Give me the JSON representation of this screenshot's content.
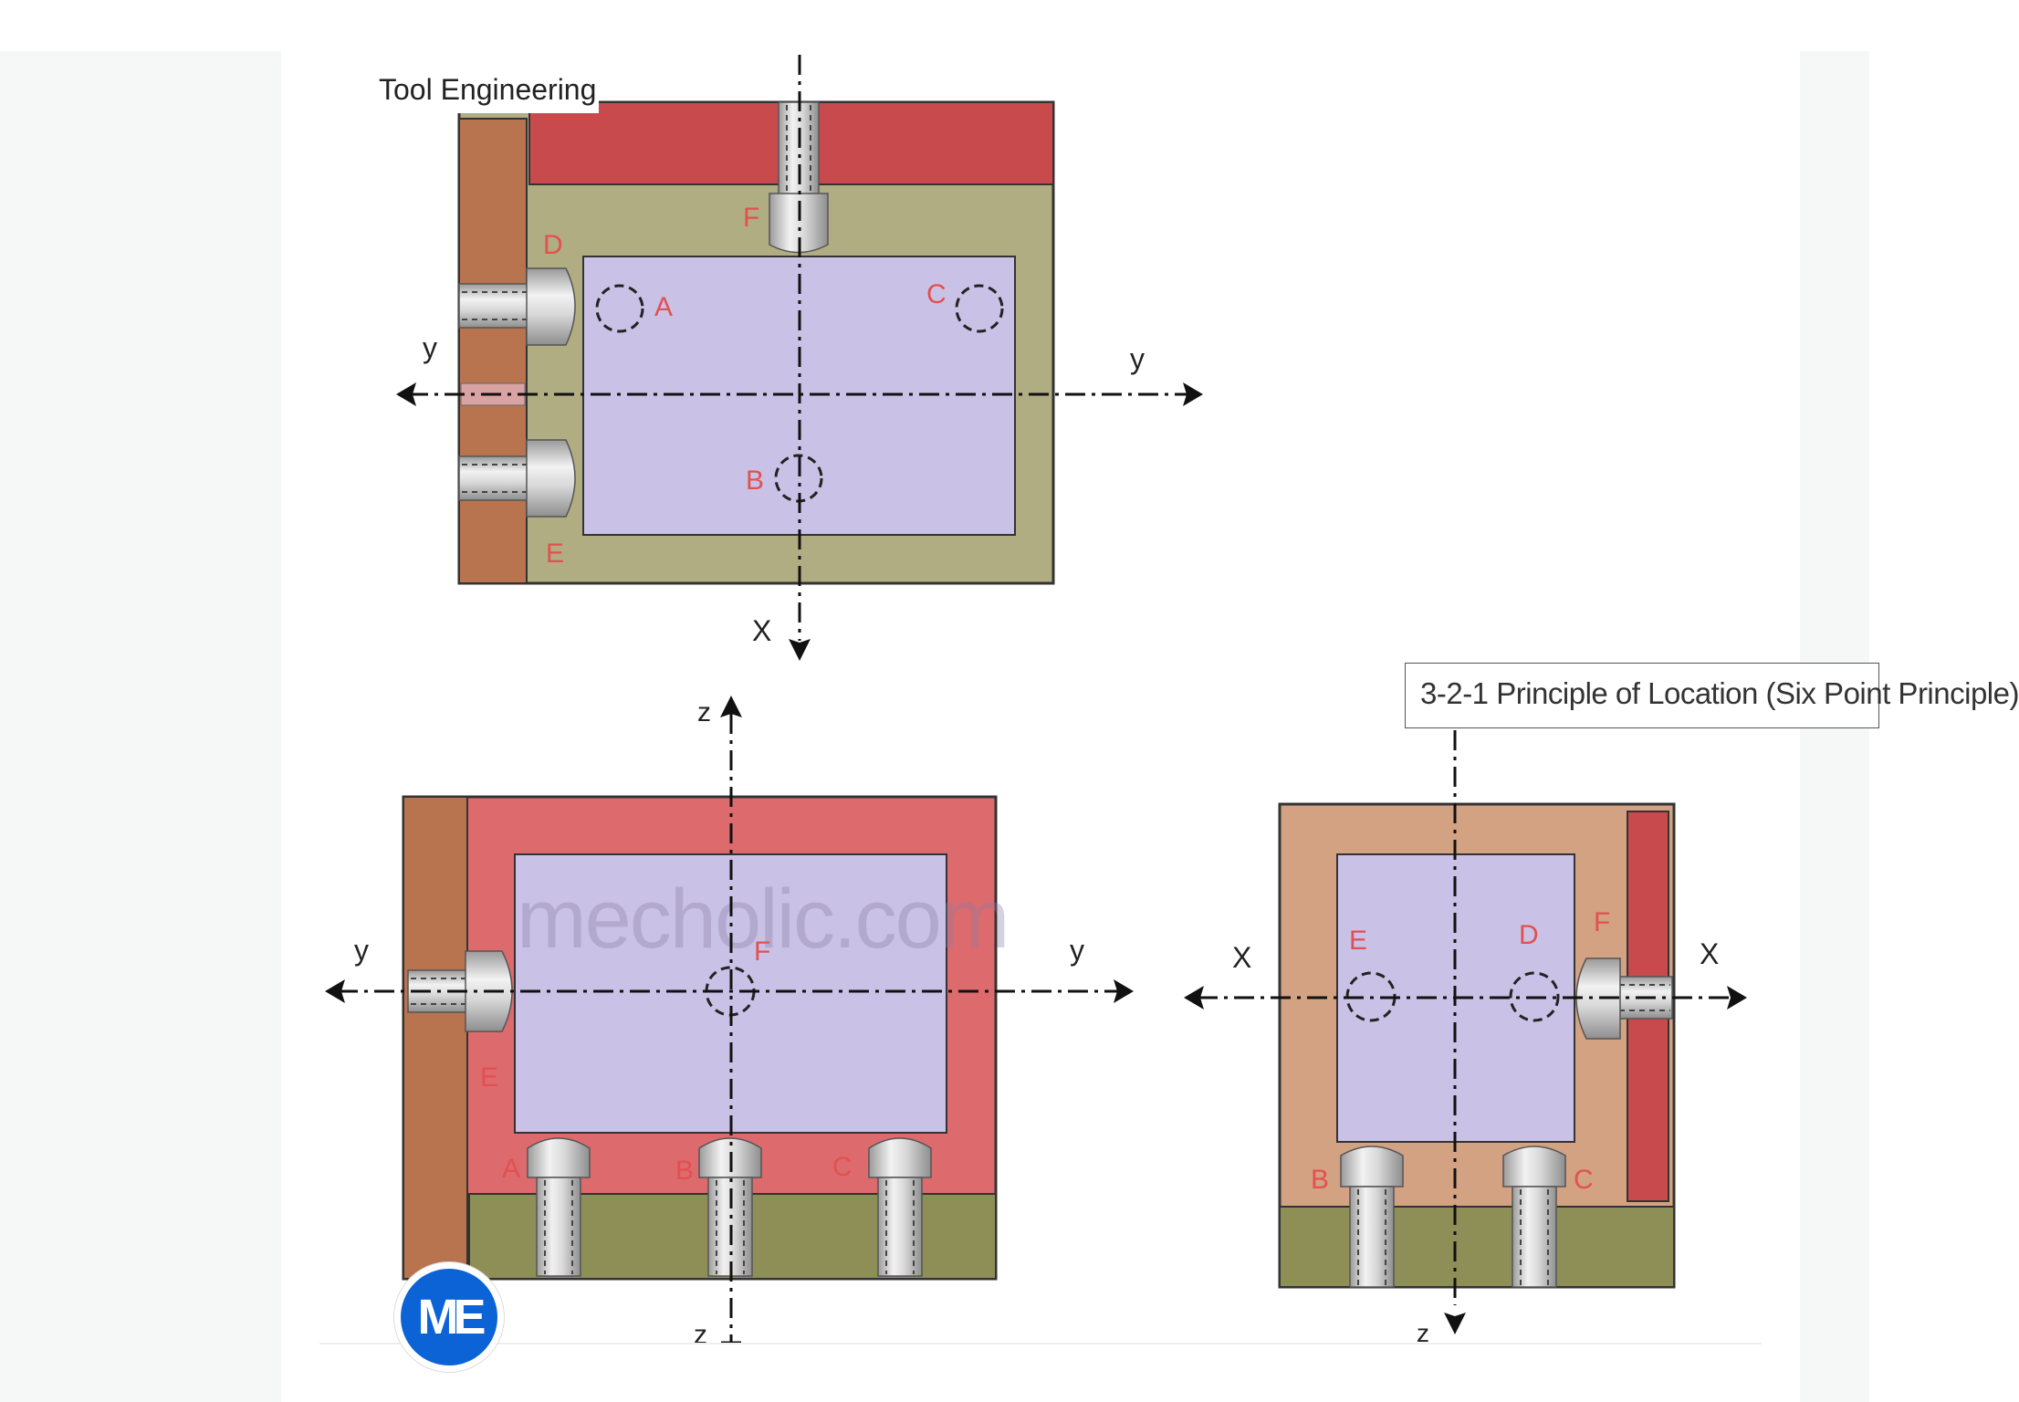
{
  "site_label": "Tool Engineering",
  "caption": "3-2-1 Principle of Location (Six Point Principle)",
  "watermark": "mecholic.com",
  "logo_text": "ME",
  "top_view": {
    "axes": {
      "y_left": "y",
      "y_right": "y",
      "x_bottom": "X"
    },
    "labels": {
      "A": "A",
      "B": "B",
      "C": "C",
      "D": "D",
      "E": "E",
      "F": "F"
    }
  },
  "front_view": {
    "axes": {
      "z_top": "z",
      "z_bottom": "z",
      "y_left": "y",
      "y_right": "y"
    },
    "labels": {
      "A": "A",
      "B": "B",
      "C": "C",
      "E": "E",
      "F": "F"
    }
  },
  "side_view": {
    "axes": {
      "x_left": "X",
      "x_right": "X",
      "z_bottom": "z"
    },
    "labels": {
      "B": "B",
      "C": "C",
      "D": "D",
      "E": "E",
      "F": "F"
    }
  },
  "colors": {
    "red": "#c94a4d",
    "pink_red": "#dd6b6d",
    "brown": "#b8734f",
    "olive": "#b1ad83",
    "olive_dark": "#8d8f57",
    "tan": "#d3a283",
    "lavender": "#c9c2e6",
    "label": "#e25050",
    "logo_blue": "#0b63d6"
  }
}
